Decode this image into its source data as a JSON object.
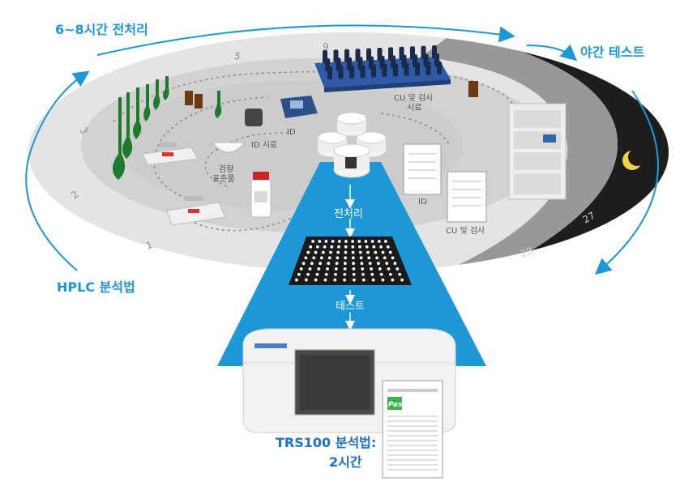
{
  "labels": {
    "pretreatment_time": "6~8시간 전처리",
    "overnight_test": "야간 테스트",
    "hplc_method": "HPLC 분석법",
    "trs_method_line1": "TRS100 분석법:",
    "trs_method_line2": "2시간",
    "pretreatment": "전처리",
    "test": "테스트",
    "cu_assay_sample_line1": "CU 및 검사",
    "cu_assay_sample_line2": "시료",
    "id": "ID",
    "id_sample": "ID 시료",
    "weighing_line1": "검량",
    "weighing_line2": "표준품",
    "id_report": "ID",
    "cu_assay": "CU 및 검사",
    "report_pass": "Pass"
  },
  "clock_numbers": [
    "1",
    "2",
    "3",
    "5",
    "9",
    "27",
    "28"
  ],
  "colors": {
    "accent_blue": "#1e97d6",
    "ellipse_gray": "#dcdcdc",
    "night_dark": "#1d1d1d",
    "moon": "#f5d04a",
    "pass_green": "#3bb34a"
  }
}
